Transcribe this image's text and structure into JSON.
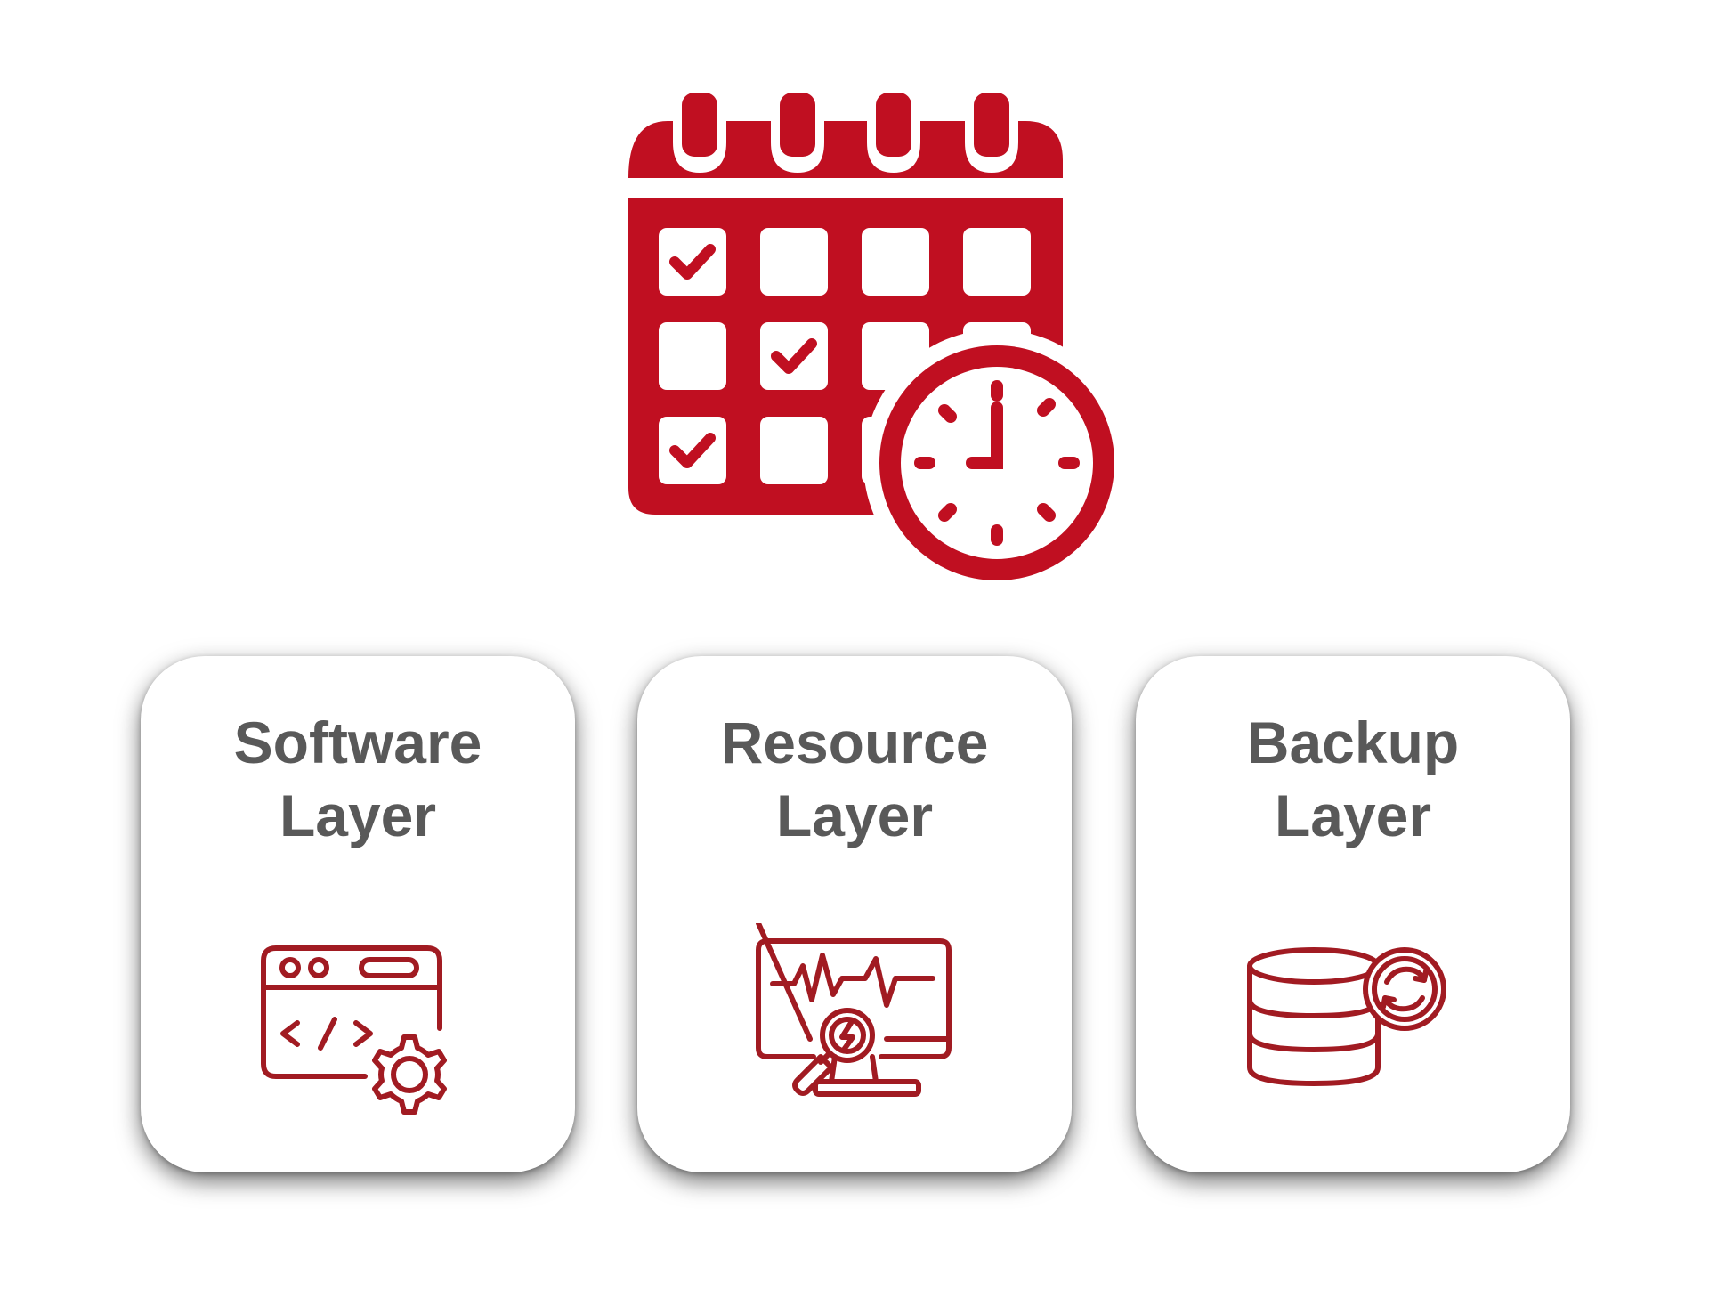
{
  "colors": {
    "accent": "#C00F21",
    "icon_line": "#A11B22",
    "title_text": "#595959",
    "background": "#FFFFFF"
  },
  "header_icon": "calendar-clock-icon",
  "cards": [
    {
      "title_line1": "Software",
      "title_line2": "Layer",
      "icon": "code-window-gear-icon"
    },
    {
      "title_line1": "Resource",
      "title_line2": "Layer",
      "icon": "monitor-performance-magnifier-icon"
    },
    {
      "title_line1": "Backup",
      "title_line2": "Layer",
      "icon": "database-sync-icon"
    }
  ]
}
